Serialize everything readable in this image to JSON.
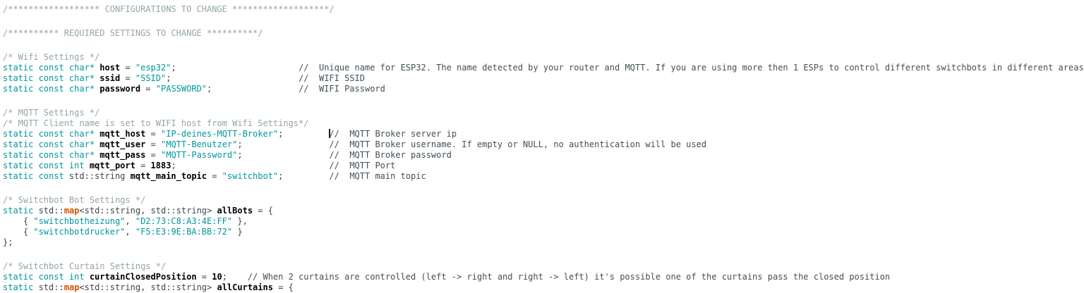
{
  "editor": {
    "background": "#ffffff",
    "syntax_colors": {
      "keyword": "#00979c",
      "string": "#00979c",
      "builtin_function": "#d35400",
      "block_comment": "#95a5a6",
      "line_comment": "#434f54",
      "identifier": "#000000",
      "plain": "#3d464a",
      "cursor": "#1a1a1a"
    },
    "cursor": {
      "line_index": 11,
      "position": "before-line-comment"
    },
    "lines": [
      {
        "segs": [
          [
            "cb",
            "/****************** CONFIGURATIONS TO CHANGE *******************/"
          ]
        ]
      },
      {
        "segs": []
      },
      {
        "segs": [
          [
            "cb",
            "/********** REQUIRED SETTINGS TO CHANGE **********/"
          ]
        ]
      },
      {
        "segs": []
      },
      {
        "segs": [
          [
            "cb",
            "/* Wifi Settings */"
          ]
        ]
      },
      {
        "segs": [
          [
            "kw",
            "static const char*"
          ],
          [
            "pl",
            " "
          ],
          [
            "id",
            "host"
          ],
          [
            "pl",
            " = "
          ],
          [
            "str",
            "\"esp32\""
          ],
          [
            "pl",
            ";                        "
          ],
          [
            "cl",
            "//  Unique name for ESP32. The name detected by your router and MQTT. If you are using more then 1 ESPs to control different switchbots in different areas"
          ]
        ]
      },
      {
        "segs": [
          [
            "kw",
            "static const char*"
          ],
          [
            "pl",
            " "
          ],
          [
            "id",
            "ssid"
          ],
          [
            "pl",
            " = "
          ],
          [
            "str",
            "\"SSID\""
          ],
          [
            "pl",
            ";                         "
          ],
          [
            "cl",
            "//  WIFI SSID"
          ]
        ]
      },
      {
        "segs": [
          [
            "kw",
            "static const char*"
          ],
          [
            "pl",
            " "
          ],
          [
            "id",
            "password"
          ],
          [
            "pl",
            " = "
          ],
          [
            "str",
            "\"PASSWORD\""
          ],
          [
            "pl",
            ";                 "
          ],
          [
            "cl",
            "//  WIFI Password"
          ]
        ]
      },
      {
        "segs": []
      },
      {
        "segs": [
          [
            "cb",
            "/* MQTT Settings */"
          ]
        ]
      },
      {
        "segs": [
          [
            "cb",
            "/* MQTT Client name is set to WIFI host from Wifi Settings*/"
          ]
        ]
      },
      {
        "segs": [
          [
            "kw",
            "static const char*"
          ],
          [
            "pl",
            " "
          ],
          [
            "id",
            "mqtt_host"
          ],
          [
            "pl",
            " = "
          ],
          [
            "str",
            "\"IP-deines-MQTT-Broker\""
          ],
          [
            "pl",
            ";         "
          ],
          [
            "cursor",
            ""
          ],
          [
            "cl",
            "//  MQTT Broker server ip"
          ]
        ]
      },
      {
        "segs": [
          [
            "kw",
            "static const char*"
          ],
          [
            "pl",
            " "
          ],
          [
            "id",
            "mqtt_user"
          ],
          [
            "pl",
            " = "
          ],
          [
            "str",
            "\"MQTT-Benutzer\""
          ],
          [
            "pl",
            ";                 "
          ],
          [
            "cl",
            "//  MQTT Broker username. If empty or NULL, no authentication will be used"
          ]
        ]
      },
      {
        "segs": [
          [
            "kw",
            "static const char*"
          ],
          [
            "pl",
            " "
          ],
          [
            "id",
            "mqtt_pass"
          ],
          [
            "pl",
            " = "
          ],
          [
            "str",
            "\"MQTT-Password\""
          ],
          [
            "pl",
            ";                 "
          ],
          [
            "cl",
            "//  MQTT Broker password"
          ]
        ]
      },
      {
        "segs": [
          [
            "kw",
            "static const int"
          ],
          [
            "pl",
            " "
          ],
          [
            "id",
            "mqtt_port"
          ],
          [
            "pl",
            " = "
          ],
          [
            "num",
            "1883"
          ],
          [
            "pl",
            ";                              "
          ],
          [
            "cl",
            "//  MQTT Port"
          ]
        ]
      },
      {
        "segs": [
          [
            "kw",
            "static const"
          ],
          [
            "pl",
            " std::string "
          ],
          [
            "id",
            "mqtt_main_topic"
          ],
          [
            "pl",
            " = "
          ],
          [
            "str",
            "\"switchbot\""
          ],
          [
            "pl",
            ";         "
          ],
          [
            "cl",
            "//  MQTT main topic"
          ]
        ]
      },
      {
        "segs": []
      },
      {
        "segs": [
          [
            "cb",
            "/* Switchbot Bot Settings */"
          ]
        ]
      },
      {
        "segs": [
          [
            "kw",
            "static"
          ],
          [
            "pl",
            " std::"
          ],
          [
            "fn",
            "map"
          ],
          [
            "pl",
            "<std::string, std::string> "
          ],
          [
            "id",
            "allBots"
          ],
          [
            "pl",
            " = {"
          ]
        ]
      },
      {
        "segs": [
          [
            "pl",
            "    { "
          ],
          [
            "str",
            "\"switchbotheizung\""
          ],
          [
            "pl",
            ", "
          ],
          [
            "str",
            "\"D2:73:C8:A3:4E:FF\""
          ],
          [
            "pl",
            " },"
          ]
        ]
      },
      {
        "segs": [
          [
            "pl",
            "    { "
          ],
          [
            "str",
            "\"switchbotdrucker\""
          ],
          [
            "pl",
            ", "
          ],
          [
            "str",
            "\"F5:E3:9E:BA:BB:72\""
          ],
          [
            "pl",
            " }"
          ]
        ]
      },
      {
        "segs": [
          [
            "pl",
            "};"
          ]
        ]
      },
      {
        "segs": []
      },
      {
        "segs": [
          [
            "cb",
            "/* Switchbot Curtain Settings */"
          ]
        ]
      },
      {
        "segs": [
          [
            "kw",
            "static const int"
          ],
          [
            "pl",
            " "
          ],
          [
            "id",
            "curtainClosedPosition"
          ],
          [
            "pl",
            " = "
          ],
          [
            "num",
            "10"
          ],
          [
            "pl",
            ";    "
          ],
          [
            "cl",
            "// When 2 curtains are controlled (left -> right and right -> left) it's possible one of the curtains pass the closed position"
          ]
        ]
      },
      {
        "segs": [
          [
            "kw",
            "static"
          ],
          [
            "pl",
            " std::"
          ],
          [
            "fn",
            "map"
          ],
          [
            "pl",
            "<std::string, std::string> "
          ],
          [
            "id",
            "allCurtains"
          ],
          [
            "pl",
            " = {"
          ]
        ]
      }
    ]
  }
}
